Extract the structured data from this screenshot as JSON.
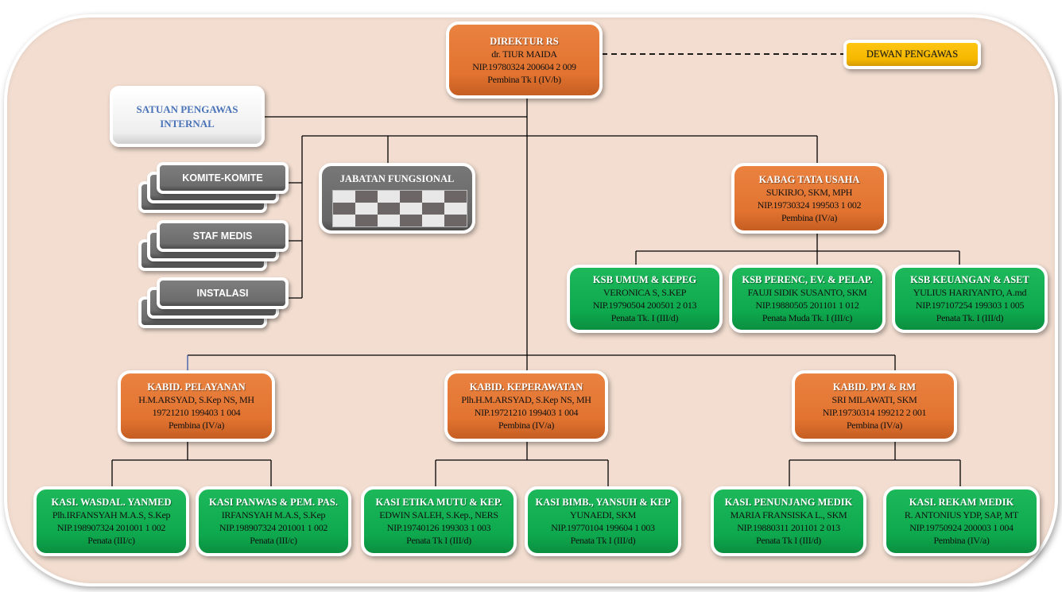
{
  "chart": {
    "director": {
      "title": "DIREKTUR RS",
      "lines": [
        "dr. TIUR MAIDA",
        "NIP.19780324 200604 2 009",
        "Pembina Tk I (IV/b)"
      ]
    },
    "dewan_pengawas": "DEWAN PENGAWAS",
    "spi": {
      "line1": "SATUAN PENGAWAS",
      "line2": "INTERNAL"
    },
    "groups": {
      "komite": "KOMITE-KOMITE",
      "staf_medis": "STAF MEDIS",
      "instalasi": "INSTALASI"
    },
    "jabatan_fungsional": "JABATAN FUNGSIONAL",
    "kabag": {
      "title": "KABAG TATA USAHA",
      "lines": [
        "SUKIRJO, SKM, MPH",
        "NIP.19730324 199503 1 002",
        "Pembina (IV/a)"
      ]
    },
    "ksb": [
      {
        "title": "KSB UMUM  & KEPEG",
        "lines": [
          "VERONICA S, S.KEP",
          "NIP.19790504 200501 2 013",
          "Penata Tk. I (III/d)"
        ]
      },
      {
        "title": "KSB PERENC, EV. & PELAP.",
        "lines": [
          "FAUJI SIDIK SUSANTO, SKM",
          "NIP.19880505 201101 1 012",
          "Penata Muda Tk. I (III/c)"
        ]
      },
      {
        "title": "KSB KEUANGAN  & ASET",
        "lines": [
          "YULIUS HARIYANTO, A.md",
          "NIP.197107254 199303 1 005",
          "Penata Tk. I (III/d)"
        ]
      }
    ],
    "kabid": [
      {
        "title": "KABID. PELAYANAN",
        "lines": [
          "H.M.ARSYAD, S.Kep NS, MH",
          "19721210 199403 1 004",
          "Pembina (IV/a)"
        ]
      },
      {
        "title": "KABID. KEPERAWATAN",
        "lines": [
          "Plh.H.M.ARSYAD, S.Kep NS, MH",
          "NIP.19721210 199403 1 004",
          "Pembina (IV/a)"
        ]
      },
      {
        "title": "KABID. PM & RM",
        "lines": [
          "SRI MILAWATI,  SKM",
          "NIP.19730314 199212 2 001",
          "Pembina (IV/a)"
        ]
      }
    ],
    "kasi": [
      {
        "title": "KASI. WASDAL. YANMED",
        "lines": [
          "Plh.IRFANSYAH M.A.S, S.Kep",
          "NIP.198907324 201001 1 002",
          "Penata (III/c)"
        ]
      },
      {
        "title": "KASI PANWAS & PEM. PAS.",
        "lines": [
          "IRFANSYAH M.A.S, S.Kep",
          "NIP.198907324 201001 1 002",
          "Penata (III/c)"
        ]
      },
      {
        "title": "KASI ETIKA MUTU & KEP.",
        "lines": [
          "EDWIN SALEH, S.Kep., NERS",
          "NIP.19740126 199303 1 003",
          "Penata Tk I (III/d)"
        ]
      },
      {
        "title": "KASI BIMB., YANSUH & KEP",
        "lines": [
          "YUNAEDI,  SKM",
          "NIP.19770104 199604 1 003",
          "Penata Tk I (III/d)"
        ]
      },
      {
        "title": "KASI. PENUNJANG MEDIK",
        "lines": [
          "MARIA FRANSISKA L., SKM",
          "NIP.19880311 201101 2 013",
          "Penata Tk I (III/d)"
        ]
      },
      {
        "title": "KASI. REKAM MEDIK",
        "lines": [
          "R. ANTONIUS YDP, SAP, MT",
          "NIP.19750924 200003 1 004",
          "Pembina (IV/a)"
        ]
      }
    ]
  }
}
